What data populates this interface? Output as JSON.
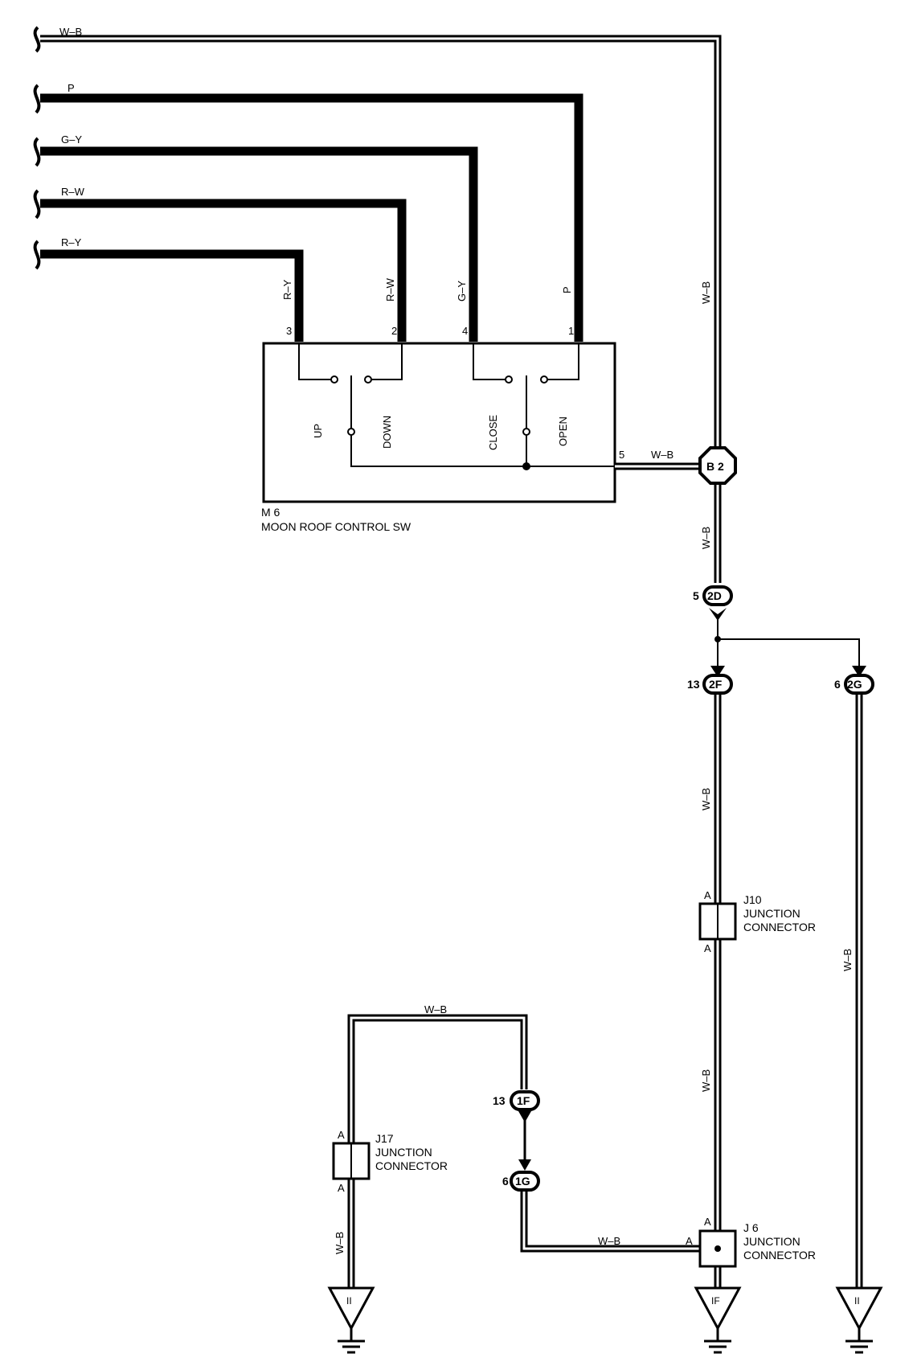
{
  "wires": {
    "top_wb": "W–B",
    "p": "P",
    "gy": "G–Y",
    "rw": "R–W",
    "ry": "R–Y"
  },
  "switch": {
    "id": "M 6",
    "name": "MOON ROOF CONTROL SW",
    "pins": {
      "p3": "3",
      "p2": "2",
      "p4": "4",
      "p1": "1",
      "p5": "5"
    },
    "pin_wire_labels": {
      "ry": "R–Y",
      "rw": "R–W",
      "gy": "G–Y",
      "p": "P"
    },
    "contact_labels": {
      "up": "UP",
      "down": "DOWN",
      "close": "CLOSE",
      "open": "OPEN"
    },
    "pin5_wire": "W–B"
  },
  "junction_b2": {
    "label": "B 2"
  },
  "connectors": {
    "c2d": {
      "label": "2D",
      "pin": "5"
    },
    "c2f": {
      "label": "2F",
      "pin": "13"
    },
    "c2g": {
      "label": "2G",
      "pin": "6"
    },
    "c1f": {
      "label": "1F",
      "pin": "13"
    },
    "c1g": {
      "label": "1G",
      "pin": "6"
    }
  },
  "wire_labels": {
    "right_upper": "W–B",
    "below_b2": "W–B",
    "right_mid": "W–B",
    "right_2g": "W–B",
    "right_lower": "W–B",
    "j17_top": "W–B",
    "j17_bottom": "W–B",
    "j6_left": "W–B"
  },
  "junctions": {
    "j10": {
      "id": "J10",
      "line1": "JUNCTION",
      "line2": "CONNECTOR",
      "pin_top": "A",
      "pin_bottom": "A"
    },
    "j17": {
      "id": "J17",
      "line1": "JUNCTION",
      "line2": "CONNECTOR",
      "pin_top": "A",
      "pin_bottom": "A"
    },
    "j6": {
      "id": "J 6",
      "line1": "JUNCTION",
      "line2": "CONNECTOR",
      "pin_top": "A",
      "pin_left": "A"
    }
  },
  "grounds": {
    "g1": "II",
    "g2": "IF",
    "g3": "II"
  }
}
